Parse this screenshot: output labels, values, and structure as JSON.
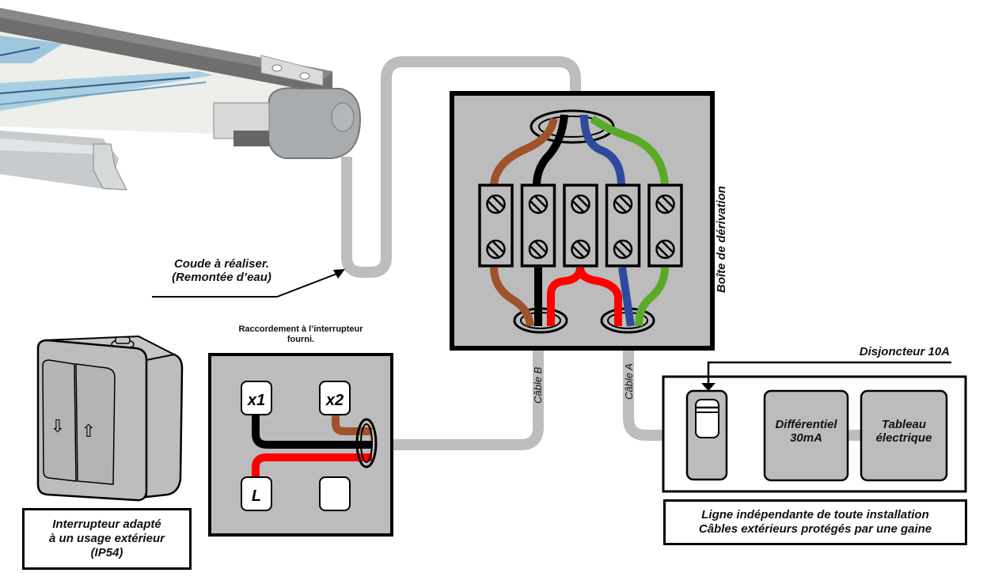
{
  "labels": {
    "coude": [
      "Coude à réaliser.",
      "(Remontée d’eau)"
    ],
    "boite_derivation": "Boîte de dérivation",
    "raccordement": [
      "Raccordement à l’interrupteur",
      "fourni."
    ],
    "cable_b": "Câble B",
    "cable_a": "Câble A",
    "disjoncteur": "Disjoncteur 10A",
    "differentiel": [
      "Différentiel",
      "30mA"
    ],
    "tableau": [
      "Tableau",
      "électrique"
    ],
    "ligne_note": [
      "Ligne indépendante de toute installation",
      "Câbles extérieurs protégés par une gaine"
    ],
    "interrupteur_note": [
      "Interrupteur adapté",
      "à un usage extérieur",
      "(IP54)"
    ]
  },
  "switch_terminals": {
    "x1": "x1",
    "x2": "x2",
    "l": "L",
    "empty": ""
  },
  "switch_arrows": {
    "down": "⇩",
    "up": "⇧"
  },
  "wire_colors": {
    "brown": "#a0522d",
    "black": "#000000",
    "blue": "#2e4a9e",
    "green": "#5aaa28",
    "red": "#ff0000",
    "conduit": "#bdbdbd",
    "box_fill": "#bcbcbc"
  },
  "terminal_block": {
    "count": 5,
    "screws_per_block": 2
  }
}
